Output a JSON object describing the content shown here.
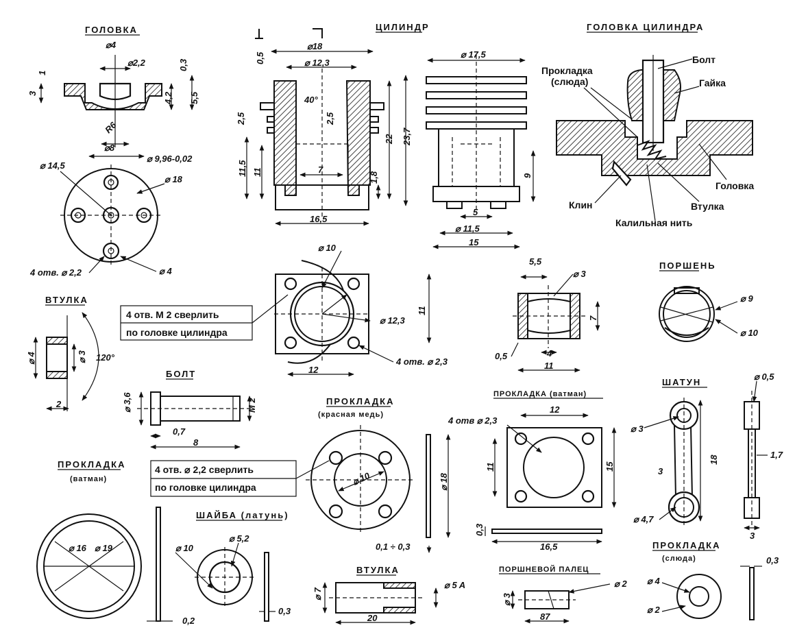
{
  "titles": {
    "golovka": "ГОЛОВКА",
    "cylinder": "ЦИЛИНДР",
    "cylinder_head": "ГОЛОВКА ЦИЛИНДРА",
    "porshen": "ПОРШЕНЬ",
    "vtulka_top": "ВТУЛКА",
    "bolt": "БОЛТ",
    "gasket_copper": "ПРОКЛАДКА",
    "gasket_copper_sub": "(красная медь)",
    "gasket_vatman_right": "ПРОКЛАДКА (ватман)",
    "shatun": "ШАТУН",
    "gasket_vatman_left": "ПРОКЛАДКА",
    "gasket_vatman_left_sub": "(ватман)",
    "shaiba": "ШАЙБА (латунь)",
    "vtulka_bottom": "ВТУЛКА",
    "piston_pin": "ПОРШНЕВОЙ ПАЛЕЦ",
    "gasket_mica": "ПРОКЛАДКА",
    "gasket_mica_sub": "(слюда)"
  },
  "labels": {
    "bolt": "Болт",
    "gasket_mica_label_1": "Прокладка",
    "gasket_mica_label_2": "(слюда)",
    "nut": "Гайка",
    "head": "Головка",
    "wedge": "Клин",
    "sleeve": "Втулка",
    "glow_wire": "Калильная нить"
  },
  "notes": {
    "drill_m2_line1": "4 отв. М 2 сверлить",
    "drill_m2_line2": "по головке цилиндра",
    "drill_22_line1": "4 отв. ⌀ 2,2 сверлить",
    "drill_22_line2": "по головке цилиндра",
    "holes_23_a": "4 отв. ⌀ 2,3",
    "holes_23_b": "4 отв ⌀ 2,3",
    "holes_22": "4 отв. ⌀ 2,2"
  },
  "dims": {
    "g_d4": "⌀4",
    "g_d22": "⌀2,2",
    "g_1": "1",
    "g_03": "0,3",
    "g_3": "3",
    "g_42": "4,2",
    "g_55": "5,5",
    "g_r6": "R6",
    "g_d8": "⌀8",
    "g_d996": "⌀ 9,96-0,02",
    "g_d145": "⌀ 14,5",
    "g_d18": "⌀ 18",
    "g_d4b": "⌀ 4",
    "c_d18": "⌀18",
    "c_05": "0,5",
    "c_d123": "⌀ 12,3",
    "c_40": "40°",
    "c_25a": "2,5",
    "c_25b": "2,5",
    "c_115": "11,5",
    "c_11": "11",
    "c_7": "7",
    "c_18": "1,8",
    "c_22": "22",
    "c_237": "23,7",
    "c_165": "16,5",
    "c2_d175": "⌀ 17,5",
    "c2_9": "9",
    "c2_5": "5",
    "c2_d115": "⌀ 11,5",
    "c2_15": "15",
    "f_d10": "⌀ 10",
    "f_d123": "⌀ 12,3",
    "f_11": "11",
    "f_12": "12",
    "p_55": "5,5",
    "p_d3": "⌀ 3",
    "p_7": "7",
    "p_05": "0,5",
    "p_4": "4",
    "p_11": "11",
    "pr_d9": "⌀ 9",
    "pr_d10": "⌀ 10",
    "v_d4": "⌀ 4",
    "v_d3": "⌀ 3",
    "v_120": "120°",
    "v_2": "2",
    "b_d36": "⌀ 3,6",
    "b_m2": "М 2",
    "b_07": "0,7",
    "b_8": "8",
    "cu_d10": "⌀ 10",
    "cu_d18": "⌀ 18",
    "cu_t": "0,1 ÷ 0,3",
    "gv_12": "12",
    "gv_11": "11",
    "gv_15": "15",
    "gv_03": "0,3",
    "gv_165": "16,5",
    "s_d05": "⌀ 0,5",
    "s_d3": "⌀ 3",
    "s_18": "18",
    "s_17": "1,7",
    "s_3a": "3",
    "s_d47": "⌀ 4,7",
    "s_3b": "3",
    "l_d16": "⌀ 16",
    "l_d19": "⌀ 19",
    "l_02": "0,2",
    "w_d10": "⌀ 10",
    "w_d52": "⌀ 5,2",
    "w_03": "0,3",
    "bv_d7": "⌀ 7",
    "bv_d5": "⌀ 5 A",
    "bv_20": "20",
    "pp_d2": "⌀ 2",
    "pp_d3": "⌀ 3",
    "pp_87": "87",
    "m_d4": "⌀ 4",
    "m_d2": "⌀ 2",
    "m_03": "0,3"
  }
}
